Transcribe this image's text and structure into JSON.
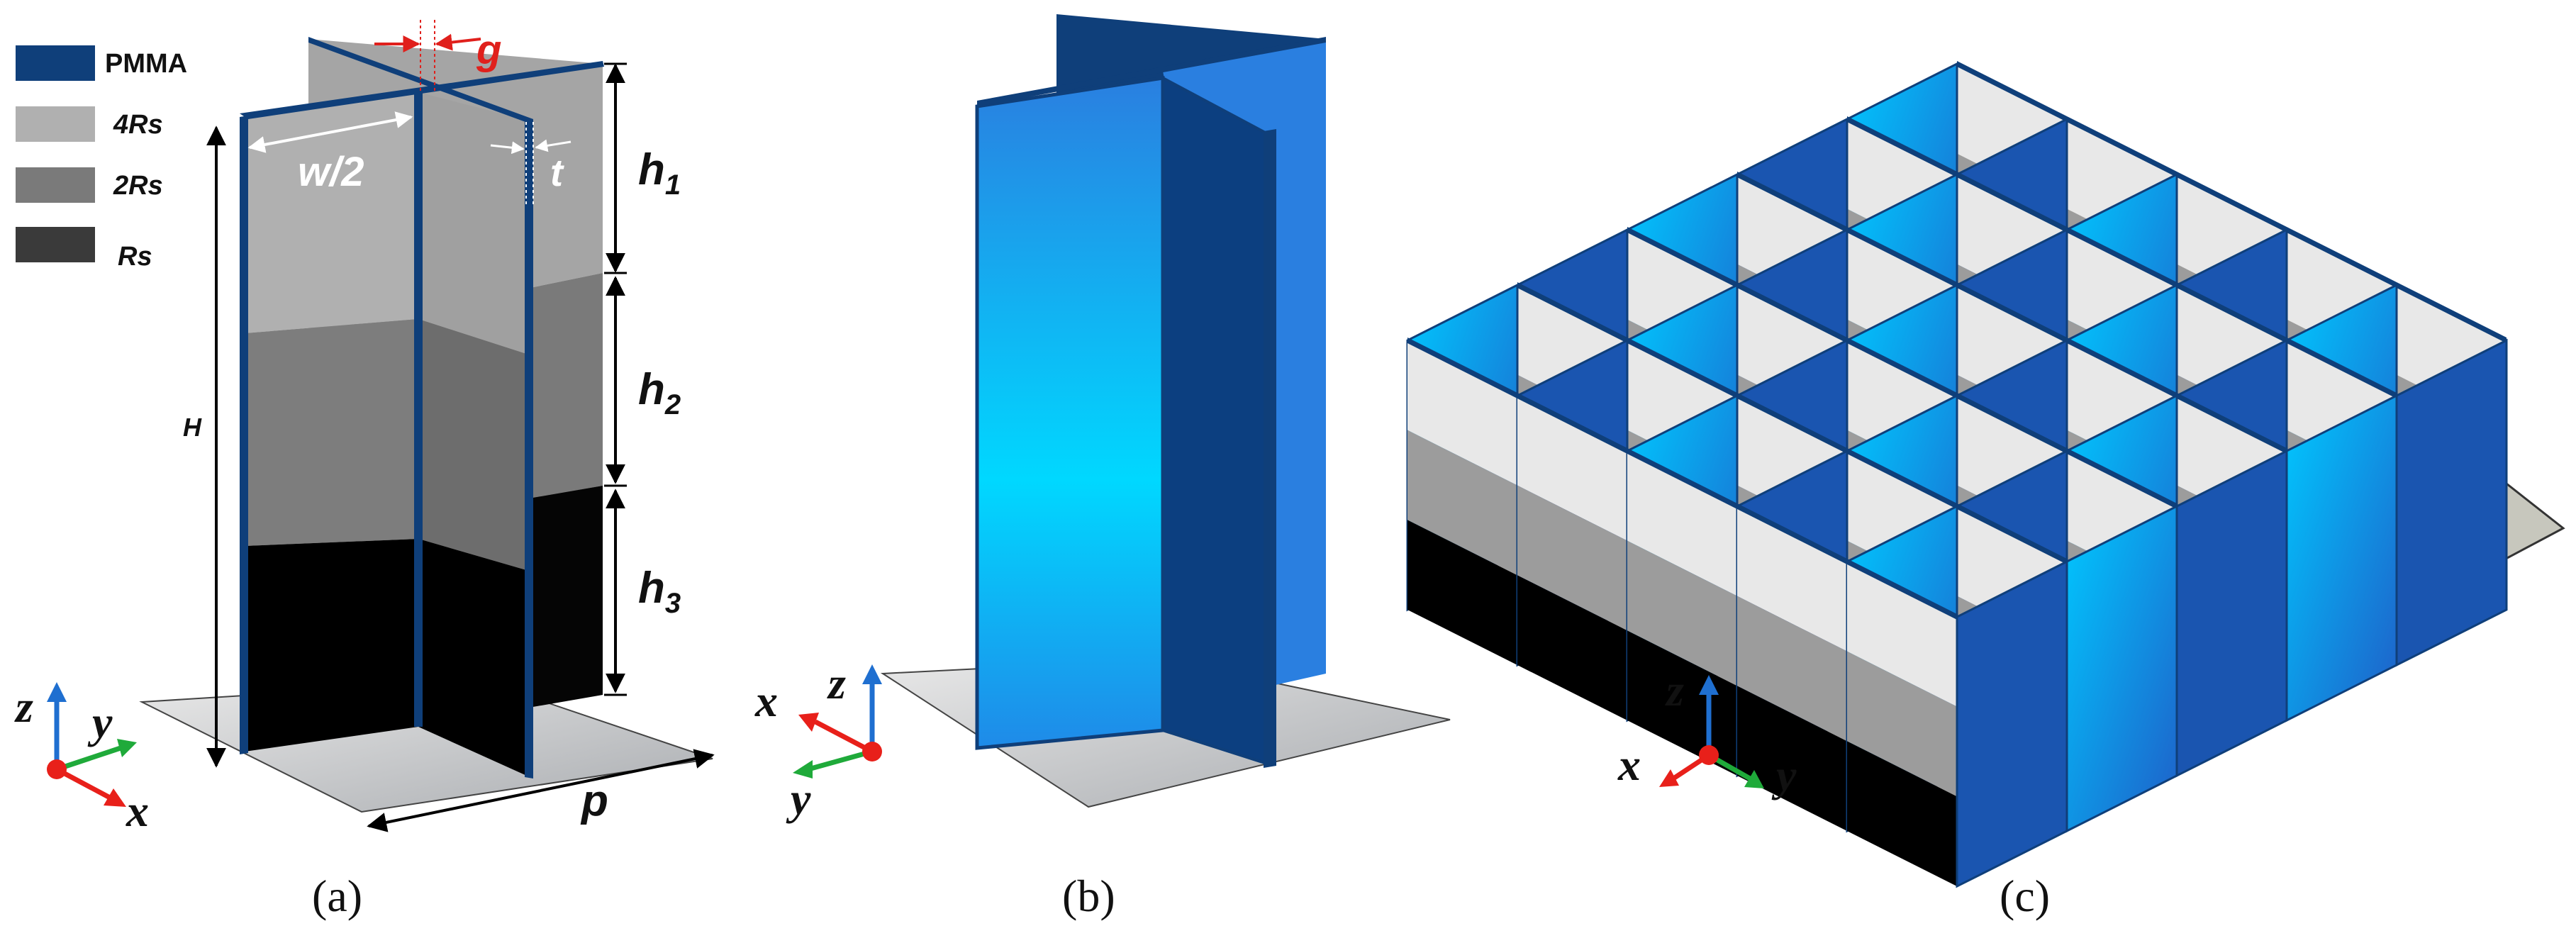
{
  "legend": {
    "items": [
      {
        "label": "PMMA",
        "color": "#0f3f7a"
      },
      {
        "label": "4Rs",
        "color": "#b0b0b0"
      },
      {
        "label": "2Rs",
        "color": "#7a7a7a"
      },
      {
        "label": "Rs",
        "color": "#3a3a3a"
      }
    ]
  },
  "panel_a": {
    "caption": "(a)",
    "labels": {
      "g": "g",
      "w": "w/2",
      "t": "t",
      "H": "H",
      "p": "p",
      "h1": "h",
      "h2": "h",
      "h3": "h",
      "h1_sub": "1",
      "h2_sub": "2",
      "h3_sub": "3"
    },
    "axes": {
      "z": "z",
      "y": "y",
      "x": "x"
    }
  },
  "panel_b": {
    "caption": "(b)",
    "axes": {
      "z": "z",
      "x": "x",
      "y": "y"
    }
  },
  "panel_c": {
    "caption": "(c)",
    "axes": {
      "z": "z",
      "x": "x",
      "y": "y"
    }
  },
  "colors": {
    "pmma": "#0f3f7a",
    "blue_light": "#00d8ff",
    "blue_mid": "#2a8fe0",
    "dim_red": "#e0201c",
    "axis_red": "#e8201a",
    "axis_green": "#1faa3a",
    "axis_blue": "#1f6fd0"
  }
}
